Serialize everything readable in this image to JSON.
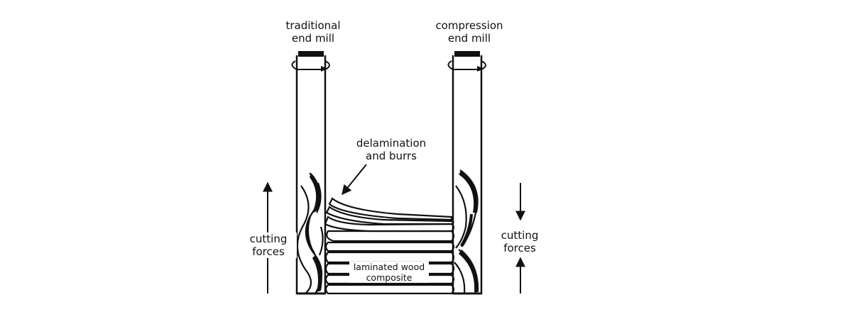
{
  "labels": {
    "traditional": [
      "traditional",
      "end mill"
    ],
    "compression": [
      "compression",
      "end mill"
    ],
    "delamination": [
      "delamination",
      "and burrs"
    ],
    "cutting_left": [
      "cutting",
      "forces"
    ],
    "cutting_right": [
      "cutting",
      "forces"
    ],
    "material": [
      "laminated wood",
      "composite"
    ]
  },
  "colors": {
    "ink": "#111111",
    "paper": "#ffffff"
  },
  "icons": {
    "left_force": "up-arrow-icon",
    "right_force_top": "down-arrow-icon",
    "right_force_bottom": "up-arrow-icon"
  }
}
